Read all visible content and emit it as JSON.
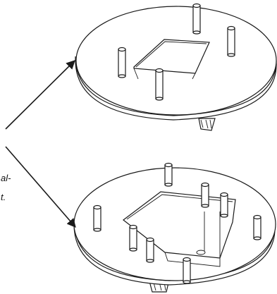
{
  "caption": {
    "line1": "al-",
    "line2": "t."
  },
  "figure": {
    "parts": [
      "top-plate",
      "bottom-plate",
      "pointer-arrow-upper",
      "pointer-arrow-lower"
    ],
    "colors": {
      "line": "#1a1a1a",
      "fill": "#ffffff"
    }
  }
}
